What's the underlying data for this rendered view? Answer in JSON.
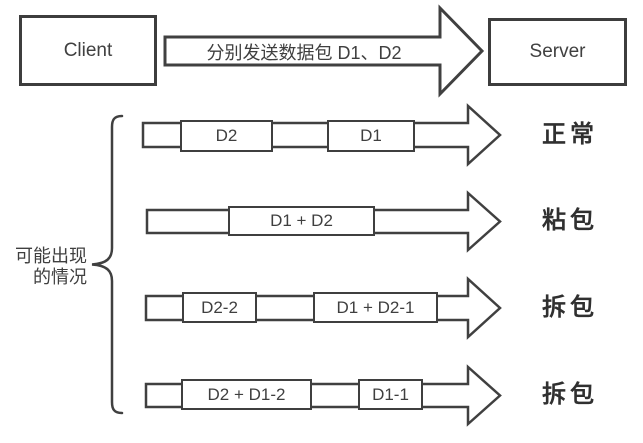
{
  "title_flow": {
    "client": "Client",
    "server": "Server",
    "arrow_label": "分别发送数据包 D1、D2"
  },
  "side_note": {
    "line1": "可能出现",
    "line2": "的情况"
  },
  "scenarios": [
    {
      "packets": [
        "D2",
        "D1"
      ],
      "result": "正常"
    },
    {
      "packets": [
        "D1 + D2"
      ],
      "result": "粘包"
    },
    {
      "packets": [
        "D2-2",
        "D1 + D2-1"
      ],
      "result": "拆包"
    },
    {
      "packets": [
        "D2 + D1-2",
        "D1-1"
      ],
      "result": "拆包"
    }
  ],
  "colors": {
    "stroke": "#404040",
    "text": "#3a3a3a",
    "background": "#ffffff"
  }
}
